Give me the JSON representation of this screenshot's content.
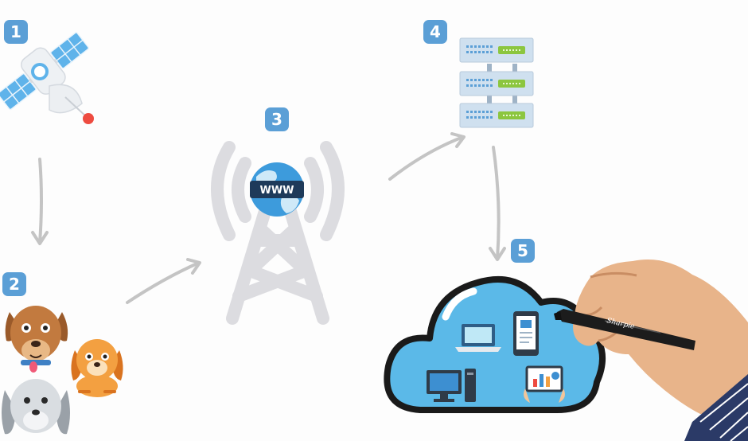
{
  "steps": [
    {
      "number": "1",
      "icon": "satellite-icon"
    },
    {
      "number": "2",
      "icon": "dogs-icon"
    },
    {
      "number": "3",
      "icon": "antenna-tower-icon"
    },
    {
      "number": "4",
      "icon": "server-rack-icon"
    },
    {
      "number": "5",
      "icon": "cloud-devices-icon"
    }
  ],
  "globe_label": "WWW",
  "marker_brand": "Sharpie",
  "colors": {
    "badge": "#5b9fd6",
    "arrow": "#c4c4c4",
    "tower": "#dcdce0",
    "cloud_fill": "#5bb9e8",
    "cloud_stroke": "#1a1a1a",
    "server": "#cfe0ef",
    "server_led": "#8cc63f"
  }
}
